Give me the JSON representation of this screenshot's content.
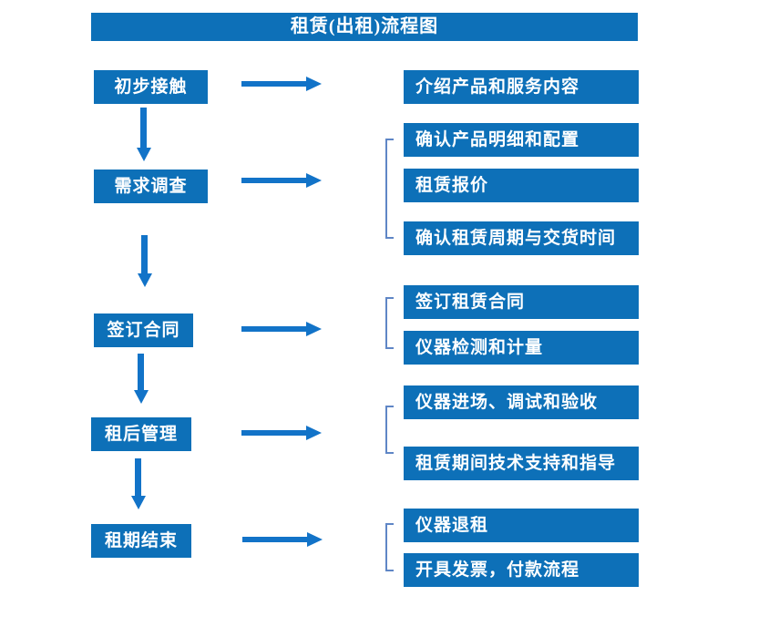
{
  "title": "租赁(出租)流程图",
  "colors": {
    "box": "#0d70b8",
    "arrow": "#1273c8",
    "bracket": "#5f86c6",
    "text": "#ffffff",
    "background": "#ffffff"
  },
  "steps": [
    {
      "label": "初步接触",
      "details": [
        "介绍产品和服务内容"
      ]
    },
    {
      "label": "需求调查",
      "details": [
        "确认产品明细和配置",
        "租赁报价",
        "确认租赁周期与交货时间"
      ]
    },
    {
      "label": "签订合同",
      "details": [
        "签订租赁合同",
        "仪器检测和计量"
      ]
    },
    {
      "label": "租后管理",
      "details": [
        "仪器进场、调试和验收",
        "租赁期间技术支持和指导"
      ]
    },
    {
      "label": "租期结束",
      "details": [
        "仪器退租",
        "开具发票，付款流程"
      ]
    }
  ],
  "shapes": {
    "down_arrow_icon": "solid blue downward arrow",
    "right_arrow_icon": "solid blue rightward arrow",
    "group_bracket_icon": "left square bracket grouping detail boxes"
  }
}
